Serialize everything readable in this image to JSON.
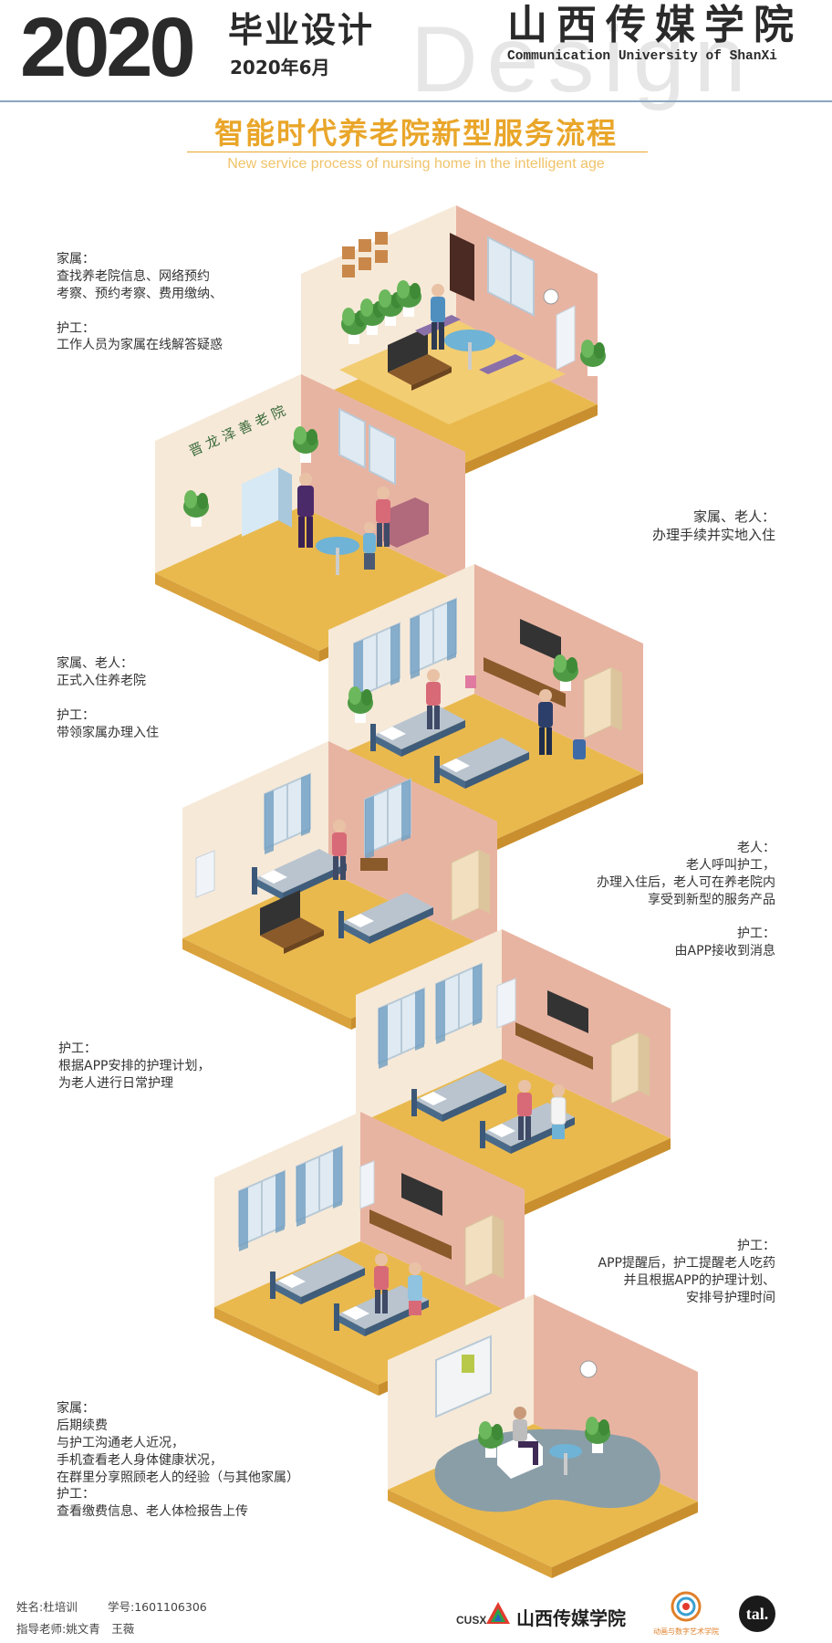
{
  "header": {
    "year": "2020",
    "title": "毕业设计",
    "date": "2020年6月",
    "watermark": "Design",
    "school_cn": "山西传媒学院",
    "school_en": "Communication University of ShanXi"
  },
  "main": {
    "title": "智能时代养老院新型服务流程",
    "subtitle": "New service process of nursing home in the intelligent age"
  },
  "captions": {
    "c1": "家属：\n查找养老院信息、网络预约\n考察、预约考察、费用缴纳、\n\n护工：\n工作人员为家属在线解答疑惑",
    "c2": "家属、老人：\n办理手续并实地入住",
    "c3": "家属、老人：\n正式入住养老院\n\n护工：\n带领家属办理入住",
    "c4": "老人：\n老人呼叫护工，\n办理入住后，老人可在养老院内\n享受到新型的服务产品\n\n护工：\n由APP接收到消息",
    "c5": "护工：\n根据APP安排的护理计划，\n为老人进行日常护理",
    "c6": "护工：\nAPP提醒后，护工提醒老人吃药\n并且根据APP的护理计划、\n安排号护理时间",
    "c7": "家属：\n后期续费\n与护工沟通老人近况，\n手机查看老人身体健康状况，\n在群里分享照顾老人的经验（与其他家属）\n护工：\n查看缴费信息、老人体检报告上传"
  },
  "footer": {
    "name": "姓名:杜培训",
    "student_id": "学号:1601106306",
    "advisor": "指导老师:姚文青　王薇",
    "logo1_en": "CUSX",
    "logo1_cn": "山西传媒学院",
    "logo2_text": "动画与数字艺术学院",
    "logo3_text": "tal."
  },
  "colors": {
    "floor": "#e9b94e",
    "wall_pink": "#e8b4a2",
    "wall_cream": "#f6e9d8",
    "accent": "#e9a62a",
    "rule": "#8ba6c0"
  }
}
